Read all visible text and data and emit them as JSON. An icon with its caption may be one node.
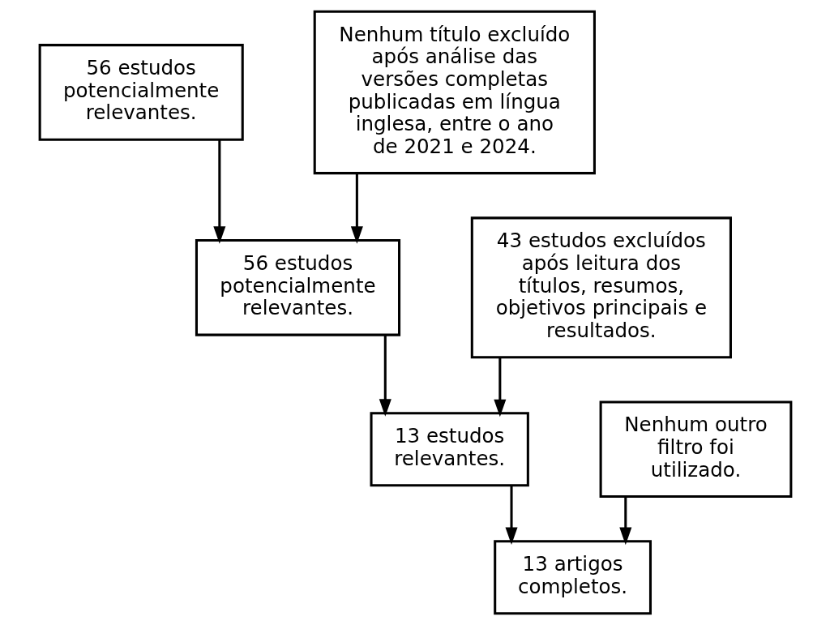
{
  "diagram": {
    "nodes": [
      {
        "text": [
          "56 estudos potencialmente relevantes."
        ]
      },
      {
        "text": [
          "Nenhum título excluído após análise das versões completas publicadas em língua inglesa, entre o ano de 2021 e 2024."
        ]
      },
      {
        "text": [
          "56 estudos potencialmente relevantes."
        ]
      },
      {
        "text": [
          "43 estudos excluídos após leitura dos títulos, resumos, objetivos principais e resultados."
        ]
      },
      {
        "text": [
          "13 estudos relevantes."
        ]
      },
      {
        "text": [
          "Nenhum outro filtro foi utilizado."
        ]
      },
      {
        "text": [
          "13 artigos completos."
        ]
      }
    ],
    "edges": [
      {
        "from": 0,
        "to": 2,
        "arrow": "to"
      },
      {
        "from": 1,
        "to": 2,
        "arrow": "to"
      },
      {
        "from": 2,
        "to": 4,
        "arrow": "to"
      },
      {
        "from": 3,
        "to": 4,
        "arrow": "to"
      },
      {
        "from": 4,
        "to": 6,
        "arrow": "to"
      },
      {
        "from": 5,
        "to": 6,
        "arrow": "to"
      }
    ]
  }
}
